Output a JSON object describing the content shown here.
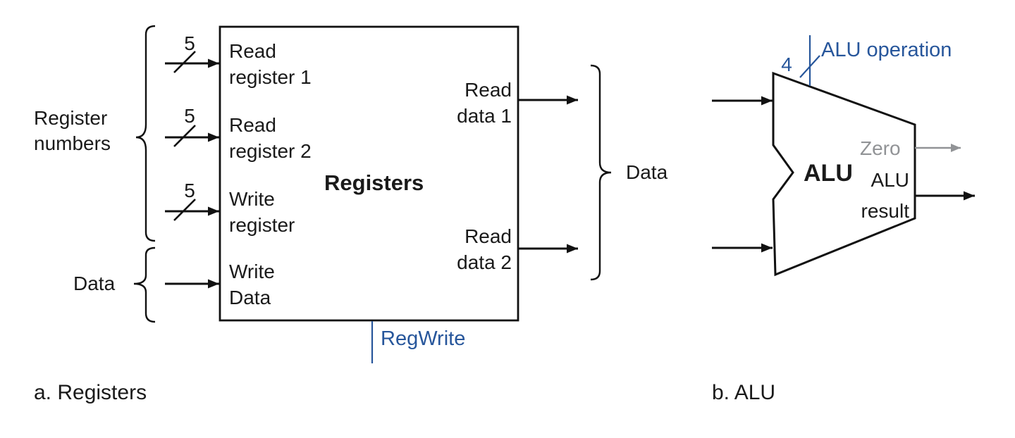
{
  "panel_a": {
    "caption": "a. Registers",
    "title": "Registers",
    "groups": {
      "register_numbers": "Register\nnumbers",
      "data_in": "Data",
      "data_out": "Data"
    },
    "bus_width_bits": "5",
    "ports": {
      "read_register_1": "Read\nregister 1",
      "read_register_2": "Read\nregister 2",
      "write_register": "Write\nregister",
      "write_data": "Write\nData",
      "read_data_1": "Read\ndata 1",
      "read_data_2": "Read\ndata 2"
    },
    "control_signal": "RegWrite"
  },
  "panel_b": {
    "caption": "b. ALU",
    "title": "ALU",
    "control_signal": "ALU operation",
    "control_bus_width_bits": "4",
    "outputs": {
      "zero": "Zero",
      "result": "ALU\nresult"
    }
  },
  "colors": {
    "control_blue": "#27569b",
    "zero_gray": "#919396",
    "line_black": "#111111"
  }
}
